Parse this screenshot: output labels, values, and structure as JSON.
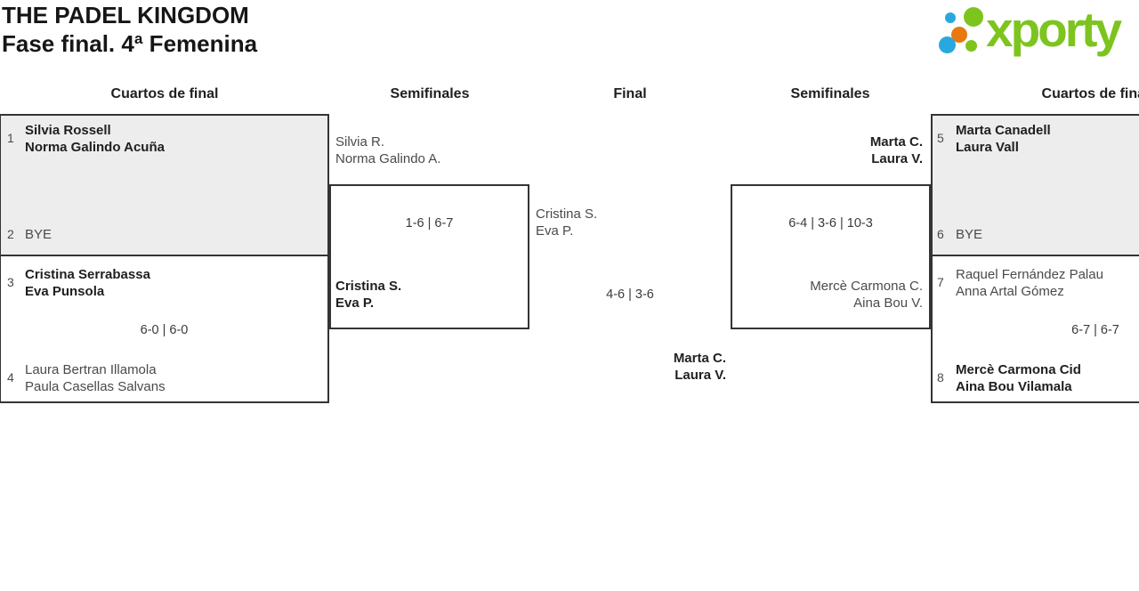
{
  "page": {
    "title": "THE PADEL KINGDOM",
    "subtitle": "Fase final. 4ª Femenina"
  },
  "logo": {
    "text": "xporty",
    "colors": {
      "green": "#7dc41f",
      "blue": "#29a8df",
      "orange": "#e87911"
    }
  },
  "round_labels": [
    "Cuartos de final",
    "Semifinales",
    "Final",
    "Semifinales",
    "Cuartos de final"
  ],
  "colors": {
    "shaded_box": "#ededed",
    "border": "#343434"
  },
  "bracket": {
    "quarters_left": [
      {
        "score": "",
        "top": {
          "seed": "1",
          "lines": [
            "Silvia Rossell",
            "Norma Galindo Acuña"
          ],
          "winner": true
        },
        "bottom": {
          "seed": "2",
          "lines": [
            "BYE"
          ],
          "winner": false
        }
      },
      {
        "score": "6-0 | 6-0",
        "top": {
          "seed": "3",
          "lines": [
            "Cristina Serrabassa",
            "Eva Punsola"
          ],
          "winner": true
        },
        "bottom": {
          "seed": "4",
          "lines": [
            "Laura Bertran Illamola",
            "Paula Casellas Salvans"
          ],
          "winner": false
        }
      }
    ],
    "semifinal_left": {
      "score": "1-6 | 6-7",
      "top": {
        "lines": [
          "Silvia R.",
          "Norma Galindo A."
        ],
        "winner": false
      },
      "bottom": {
        "lines": [
          "Cristina S.",
          "Eva P."
        ],
        "winner": true
      }
    },
    "final": {
      "score": "4-6 | 3-6",
      "top": {
        "lines": [
          "Cristina S.",
          "Eva P."
        ],
        "winner": false
      },
      "bottom": {
        "lines": [
          "Marta C.",
          "Laura V."
        ],
        "winner": true
      }
    },
    "semifinal_right": {
      "score": "6-4 | 3-6 | 10-3",
      "top": {
        "lines": [
          "Marta C.",
          "Laura V."
        ],
        "winner": true
      },
      "bottom": {
        "lines": [
          "Mercè Carmona C.",
          "Aina Bou V."
        ],
        "winner": false
      }
    },
    "quarters_right": [
      {
        "score": "",
        "top": {
          "seed": "5",
          "lines": [
            "Marta Canadell",
            "Laura Vall"
          ],
          "winner": true
        },
        "bottom": {
          "seed": "6",
          "lines": [
            "BYE"
          ],
          "winner": false
        }
      },
      {
        "score": "6-7 | 6-7",
        "top": {
          "seed": "7",
          "lines": [
            "Raquel Fernández Palau",
            "Anna Artal Gómez"
          ],
          "winner": false
        },
        "bottom": {
          "seed": "8",
          "lines": [
            "Mercè Carmona Cid",
            "Aina Bou Vilamala"
          ],
          "winner": true
        }
      }
    ]
  }
}
